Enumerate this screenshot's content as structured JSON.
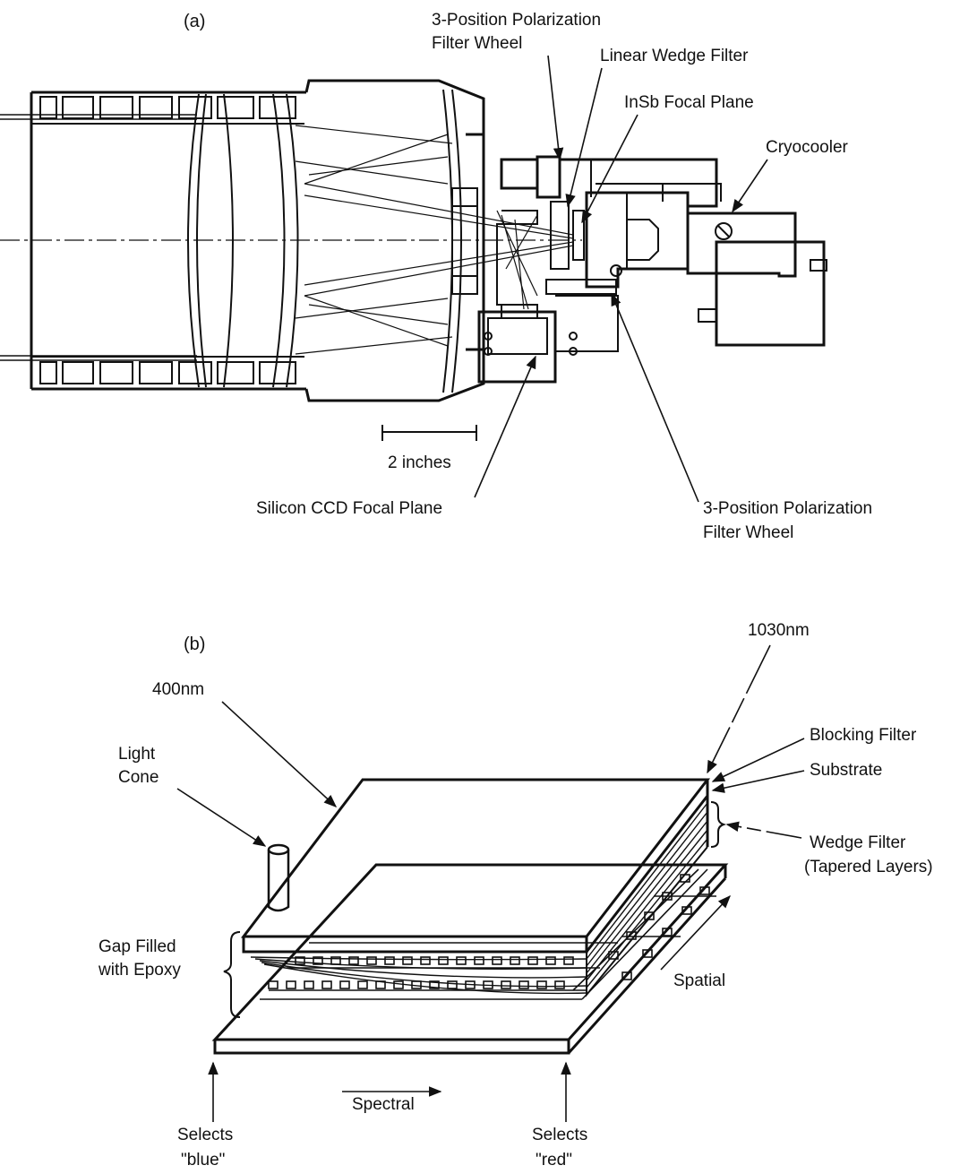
{
  "panel_a": {
    "label": "(a)",
    "labels": {
      "polarization_top_line1": "3-Position Polarization",
      "polarization_top_line2": "Filter Wheel",
      "linear_wedge": "Linear Wedge Filter",
      "insb": "InSb Focal Plane",
      "cryocooler": "Cryocooler",
      "scale": "2 inches",
      "silicon_ccd": "Silicon CCD Focal Plane",
      "polarization_bottom_line1": "3-Position Polarization",
      "polarization_bottom_line2": "Filter Wheel"
    }
  },
  "panel_b": {
    "label": "(b)",
    "labels": {
      "nm_1030": "1030nm",
      "nm_400": "400nm",
      "light_cone_line1": "Light",
      "light_cone_line2": "Cone",
      "blocking": "Blocking Filter",
      "substrate": "Substrate",
      "wedge_line1": "Wedge Filter",
      "wedge_line2": "(Tapered Layers)",
      "gap_line1": "Gap Filled",
      "gap_line2": "with Epoxy",
      "spatial": "Spatial",
      "spectral": "Spectral",
      "blue_line1": "Selects",
      "blue_line2": "\"blue\"",
      "red_line1": "Selects",
      "red_line2": "\"red\""
    }
  },
  "colors": {
    "ink": "#111111",
    "background": "#ffffff"
  }
}
